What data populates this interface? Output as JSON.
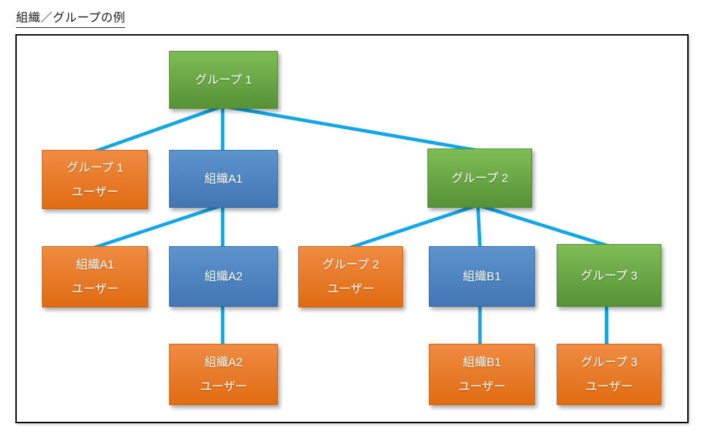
{
  "page": {
    "title": "組織／グループの例"
  },
  "diagram": {
    "colors": {
      "group_top": "#7EBD55",
      "group_bottom": "#569237",
      "org_top": "#5C94CD",
      "org_bottom": "#4176B4",
      "user_top": "#EF8B42",
      "user_bottom": "#E06C12",
      "connector": "#14A7E8"
    },
    "nodes": [
      {
        "id": "group1",
        "type": "group",
        "lines": [
          "グループ 1"
        ]
      },
      {
        "id": "group1-user",
        "type": "user",
        "lines": [
          "グループ 1",
          "ユーザー"
        ]
      },
      {
        "id": "org-a1",
        "type": "org",
        "lines": [
          "組織A1"
        ]
      },
      {
        "id": "group2",
        "type": "group",
        "lines": [
          "グループ 2"
        ]
      },
      {
        "id": "org-a1-user",
        "type": "user",
        "lines": [
          "組織A1",
          "ユーザー"
        ]
      },
      {
        "id": "org-a2",
        "type": "org",
        "lines": [
          "組織A2"
        ]
      },
      {
        "id": "group2-user",
        "type": "user",
        "lines": [
          "グループ 2",
          "ユーザー"
        ]
      },
      {
        "id": "org-b1",
        "type": "org",
        "lines": [
          "組織B1"
        ]
      },
      {
        "id": "group3",
        "type": "group",
        "lines": [
          "グループ 3"
        ]
      },
      {
        "id": "org-a2-user",
        "type": "user",
        "lines": [
          "組織A2",
          "ユーザー"
        ]
      },
      {
        "id": "org-b1-user",
        "type": "user",
        "lines": [
          "組織B1",
          "ユーザー"
        ]
      },
      {
        "id": "group3-user",
        "type": "user",
        "lines": [
          "グループ 3",
          "ユーザー"
        ]
      }
    ],
    "edges": [
      {
        "from": "group1",
        "to": "group1-user"
      },
      {
        "from": "group1",
        "to": "org-a1"
      },
      {
        "from": "group1",
        "to": "group2"
      },
      {
        "from": "org-a1",
        "to": "org-a1-user"
      },
      {
        "from": "org-a1",
        "to": "org-a2"
      },
      {
        "from": "group2",
        "to": "group2-user"
      },
      {
        "from": "group2",
        "to": "org-b1"
      },
      {
        "from": "group2",
        "to": "group3"
      },
      {
        "from": "org-a2",
        "to": "org-a2-user"
      },
      {
        "from": "org-b1",
        "to": "org-b1-user"
      },
      {
        "from": "group3",
        "to": "group3-user"
      }
    ]
  }
}
